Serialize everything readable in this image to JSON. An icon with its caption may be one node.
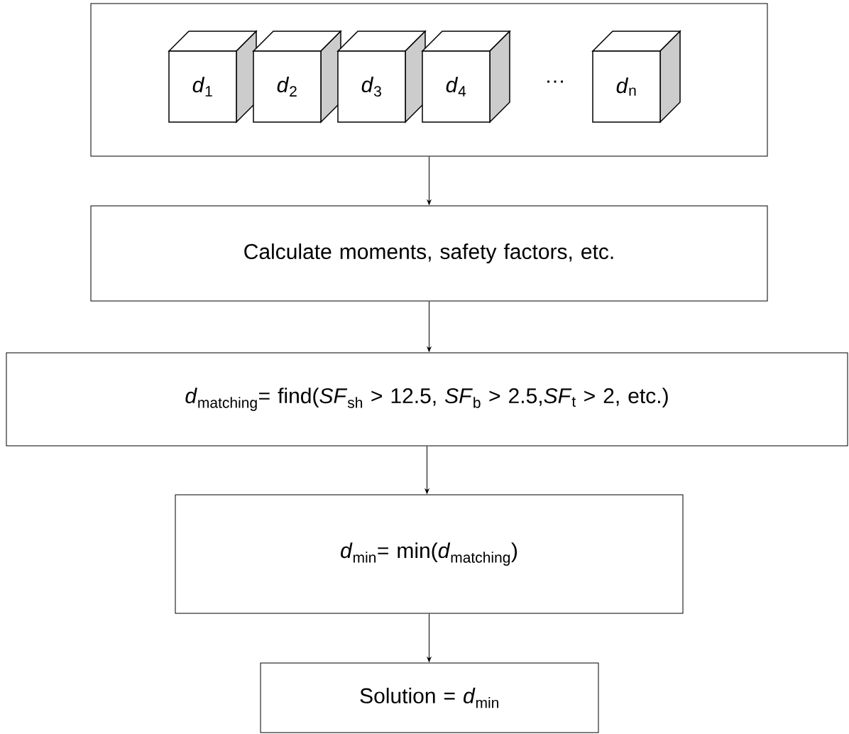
{
  "diagram": {
    "nodes": [
      {
        "text": [],
        "shape": "box"
      },
      {
        "text": [
          "*d*$_{1}$"
        ],
        "in": 0
      },
      {
        "text": [
          "*d*$_{2}$"
        ],
        "in": 0
      },
      {
        "text": [
          "*d*$_{3}$"
        ],
        "in": 0
      },
      {
        "text": [
          "*d*$_{4}$"
        ],
        "in": 0
      },
      {
        "text": [
          "*d*$_{n}$"
        ],
        "in": 0
      },
      {
        "text": [
          "Calculate moments, safety factors, etc."
        ]
      },
      {
        "text": [
          "*d*$_{matching}$= find(*SF*$_{sh}$ > 12.5,  *SF*$_{b}$ > 2.5,*SF*$_{t}$ > 2, etc.)"
        ]
      },
      {
        "text": [
          "*d*$_{min}$= min(*d*$_{matching}$)"
        ]
      },
      {
        "text": [
          "Solution = *d*$_{min}$"
        ]
      }
    ],
    "edges": [
      {
        "from": 0,
        "to": 6,
        "arrow": "to"
      },
      {
        "from": 6,
        "to": 7,
        "arrow": "to"
      },
      {
        "from": 7,
        "to": 8,
        "arrow": "to"
      },
      {
        "from": 8,
        "to": 9,
        "arrow": "to"
      }
    ],
    "labels": [
      "…"
    ]
  }
}
